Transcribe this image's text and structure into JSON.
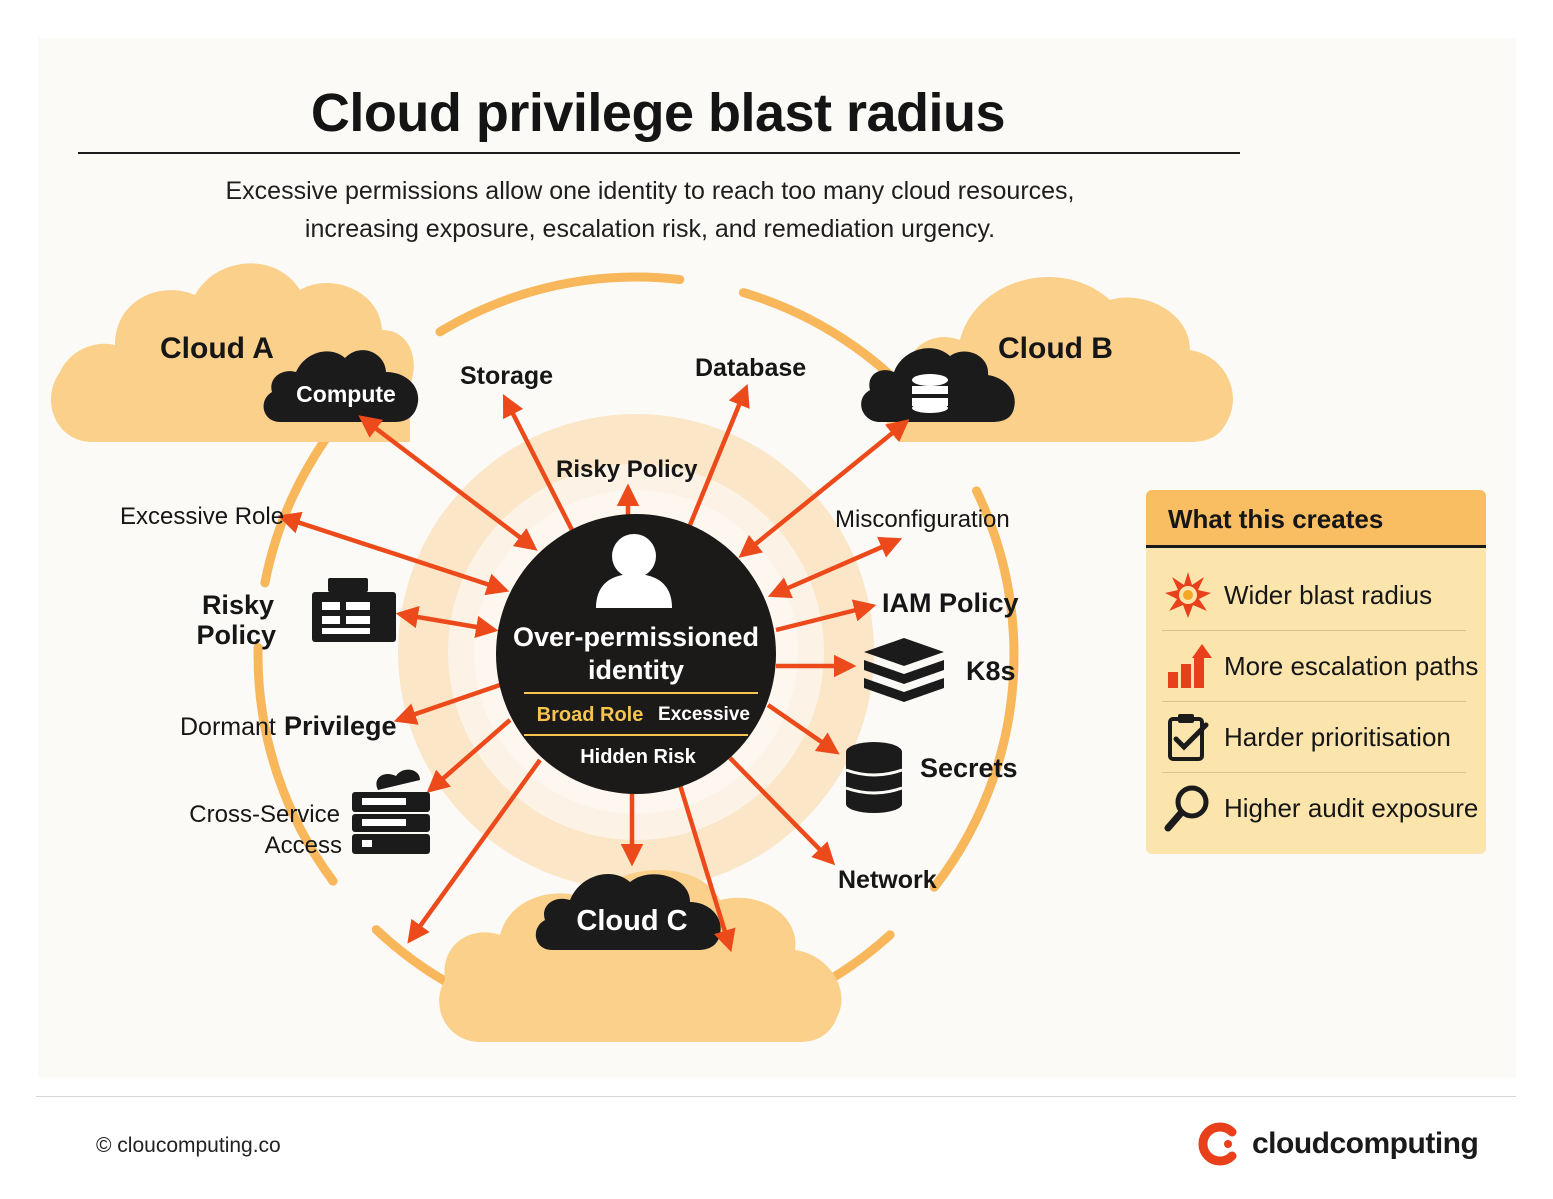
{
  "title": "Cloud privilege blast radius",
  "subtitle_line1": "Excessive permissions allow one identity to reach too many cloud resources,",
  "subtitle_line2": "increasing exposure, escalation risk, and remediation urgency.",
  "clouds": {
    "a": "Cloud A",
    "b": "Cloud B",
    "c": "Cloud C",
    "compute": "Compute"
  },
  "center": {
    "line1": "Over-permissioned",
    "line2": "identity",
    "tag_broad_role": "Broad Role",
    "tag_excessive": "Excessive",
    "tag_hidden_risk": "Hidden Risk"
  },
  "labels": {
    "storage": "Storage",
    "database": "Database",
    "risky_policy_top": "Risky Policy",
    "excessive_role": "Excessive Role",
    "misconfiguration": "Misconfiguration",
    "risky_policy_left_1": "Risky",
    "risky_policy_left_2": "Policy",
    "iam_policy": "IAM Policy",
    "k8s": "K8s",
    "dormant_privilege_1": "Dormant",
    "dormant_privilege_2": "Privilege",
    "secrets": "Secrets",
    "cross_service_1": "Cross-Service",
    "cross_service_2": "Access",
    "network": "Network"
  },
  "sidebar": {
    "heading": "What this creates",
    "items": [
      {
        "label": "Wider blast radius",
        "icon": "starburst-icon"
      },
      {
        "label": "More escalation paths",
        "icon": "rising-bars-icon"
      },
      {
        "label": "Harder prioritisation",
        "icon": "clipboard-check-icon"
      },
      {
        "label": "Higher audit exposure",
        "icon": "magnifier-icon"
      }
    ]
  },
  "footer": {
    "copyright": "© cloucomputing.co",
    "brand": "cloudcomputing"
  },
  "colors": {
    "accent_orange": "#f9be62",
    "cloud_fill": "#fbd08b",
    "arrow_red": "#ec4a1a",
    "dark": "#1b1b1b",
    "tag_gold": "#f5c451"
  }
}
